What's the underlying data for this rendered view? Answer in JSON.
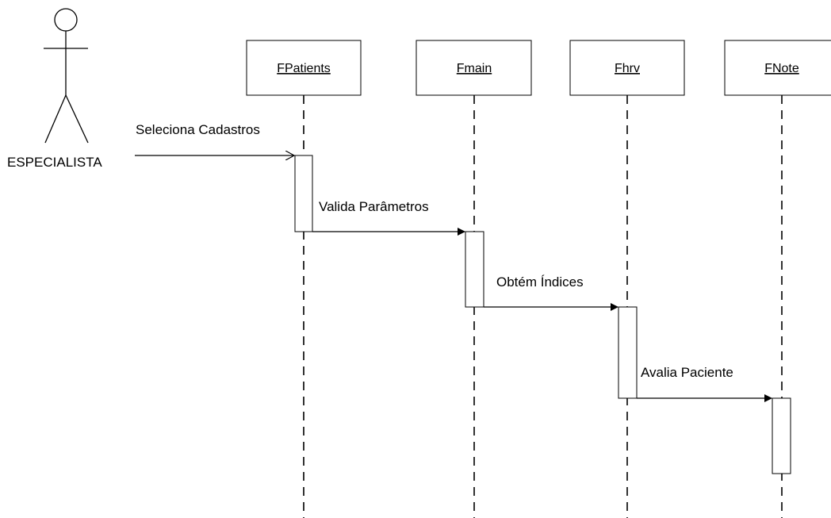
{
  "actor": {
    "name": "ESPECIALISTA"
  },
  "lifelines": [
    {
      "name": "FPatients"
    },
    {
      "name": "Fmain"
    },
    {
      "name": "Fhrv"
    },
    {
      "name": "FNote"
    }
  ],
  "messages": [
    {
      "label": "Seleciona Cadastros"
    },
    {
      "label": "Valida Parâmetros"
    },
    {
      "label": "Obtém Índices"
    },
    {
      "label": "Avalia Paciente"
    }
  ],
  "colors": {
    "line": "#000000",
    "box_fill": "#ffffff",
    "background": "#ffffff"
  }
}
